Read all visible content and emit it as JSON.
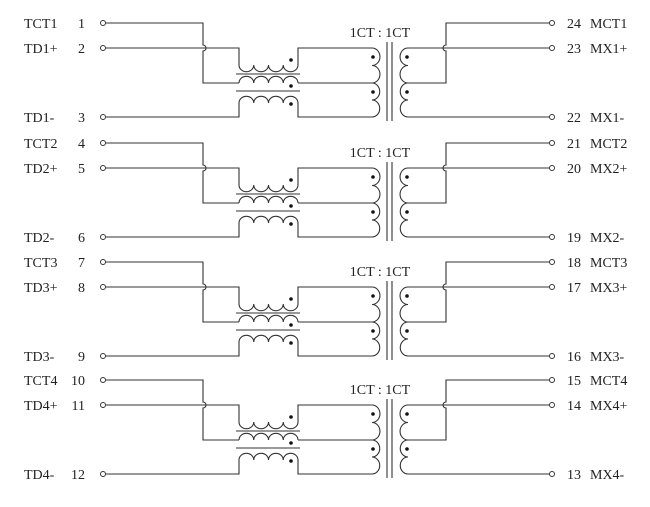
{
  "diagram": {
    "ratio_label": "1CT : 1CT",
    "channels": [
      {
        "left": [
          {
            "name": "TCT1",
            "num": "1"
          },
          {
            "name": "TD1+",
            "num": "2"
          },
          {
            "name": "TD1-",
            "num": "3"
          }
        ],
        "right": [
          {
            "num": "24",
            "name": "MCT1"
          },
          {
            "num": "23",
            "name": "MX1+"
          },
          {
            "num": "22",
            "name": "MX1-"
          }
        ]
      },
      {
        "left": [
          {
            "name": "TCT2",
            "num": "4"
          },
          {
            "name": "TD2+",
            "num": "5"
          },
          {
            "name": "TD2-",
            "num": "6"
          }
        ],
        "right": [
          {
            "num": "21",
            "name": "MCT2"
          },
          {
            "num": "20",
            "name": "MX2+"
          },
          {
            "num": "19",
            "name": "MX2-"
          }
        ]
      },
      {
        "left": [
          {
            "name": "TCT3",
            "num": "7"
          },
          {
            "name": "TD3+",
            "num": "8"
          },
          {
            "name": "TD3-",
            "num": "9"
          }
        ],
        "right": [
          {
            "num": "18",
            "name": "MCT3"
          },
          {
            "num": "17",
            "name": "MX3+"
          },
          {
            "num": "16",
            "name": "MX3-"
          }
        ]
      },
      {
        "left": [
          {
            "name": "TCT4",
            "num": "10"
          },
          {
            "name": "TD4+",
            "num": "11"
          },
          {
            "name": "TD4-",
            "num": "12"
          }
        ],
        "right": [
          {
            "num": "15",
            "name": "MCT4"
          },
          {
            "num": "14",
            "name": "MX4+"
          },
          {
            "num": "13",
            "name": "MX4-"
          }
        ]
      }
    ]
  }
}
